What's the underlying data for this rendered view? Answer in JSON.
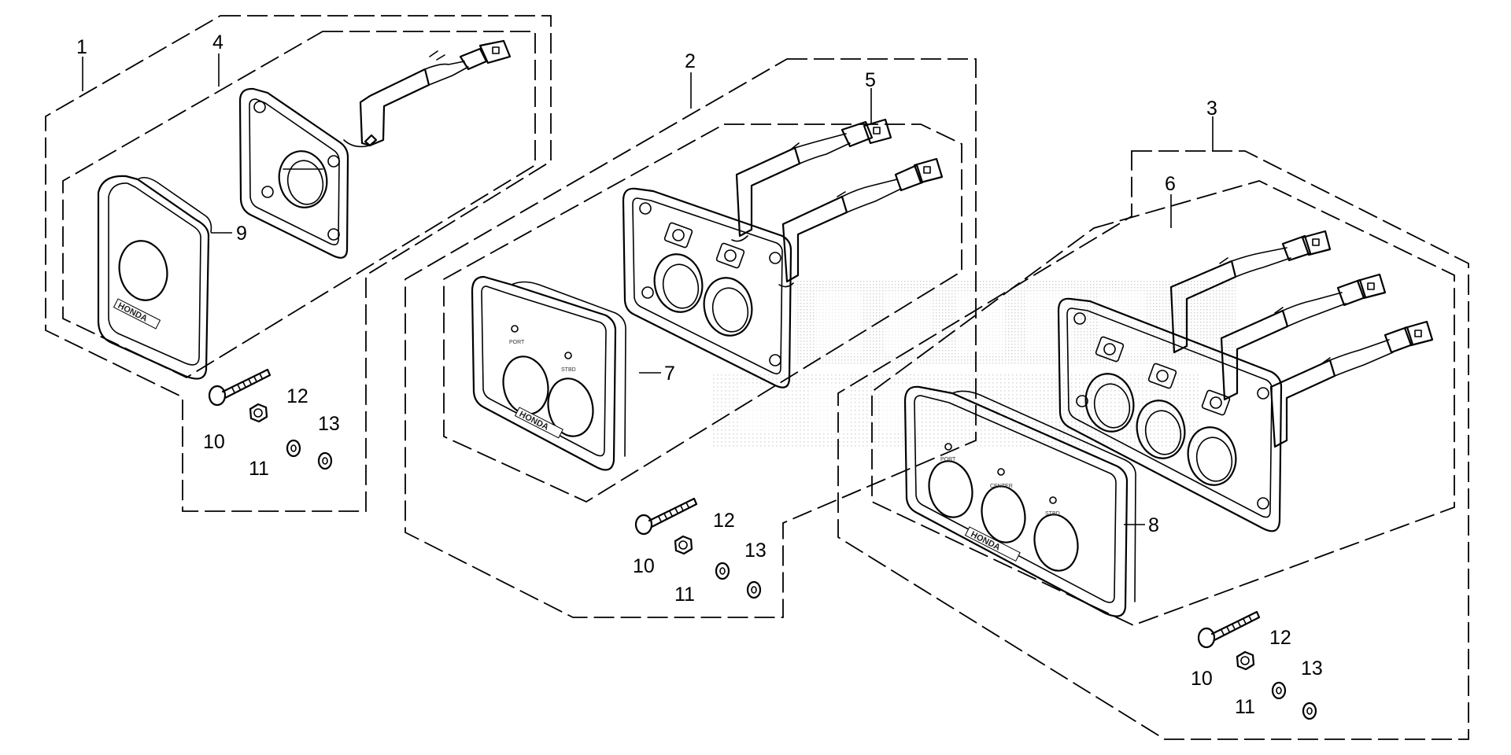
{
  "diagram": {
    "callouts": {
      "c1": "1",
      "c2": "2",
      "c3": "3",
      "c4": "4",
      "c5": "5",
      "c6": "6",
      "c7": "7",
      "c8": "8",
      "c9": "9",
      "g1_10": "10",
      "g1_11": "11",
      "g1_12": "12",
      "g1_13": "13",
      "g2_10": "10",
      "g2_11": "11",
      "g2_12": "12",
      "g2_13": "13",
      "g3_10": "10",
      "g3_11": "11",
      "g3_12": "12",
      "g3_13": "13"
    },
    "emblem_text": "HONDA",
    "panel_labels": {
      "port": "PORT",
      "center": "CENTER",
      "stbd": "STBD"
    }
  }
}
